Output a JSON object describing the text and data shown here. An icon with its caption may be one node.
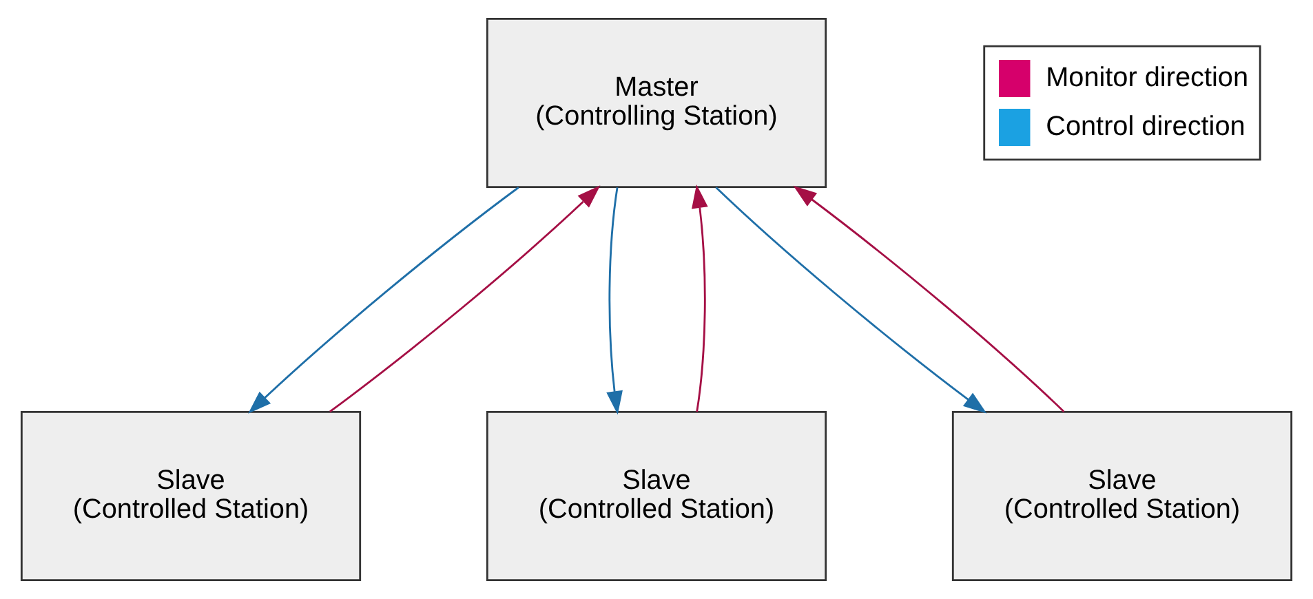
{
  "diagram": {
    "nodes": [
      {
        "text": [
          "Master",
          "(Controlling Station)"
        ]
      },
      {
        "text": [
          "Slave",
          "(Controlled Station)"
        ]
      },
      {
        "text": [
          "Slave",
          "(Controlled Station)"
        ]
      },
      {
        "text": [
          "Slave",
          "(Controlled Station)"
        ]
      }
    ],
    "edges": [
      {
        "from": 1,
        "to": 0,
        "arrow": "to",
        "color": "#a50f45"
      },
      {
        "from": 0,
        "to": 1,
        "arrow": "to",
        "color": "#1f6fa8"
      },
      {
        "from": 0,
        "to": 2,
        "arrow": "to",
        "color": "#1f6fa8"
      },
      {
        "from": 2,
        "to": 0,
        "arrow": "to",
        "color": "#a50f45"
      },
      {
        "from": 0,
        "to": 3,
        "arrow": "to",
        "color": "#1f6fa8"
      },
      {
        "from": 3,
        "to": 0,
        "arrow": "to",
        "color": "#a50f45"
      }
    ],
    "legend": [
      {
        "text": "Monitor direction",
        "color": "#d6006b"
      },
      {
        "text": "Control direction",
        "color": "#1ba1e2"
      }
    ]
  }
}
